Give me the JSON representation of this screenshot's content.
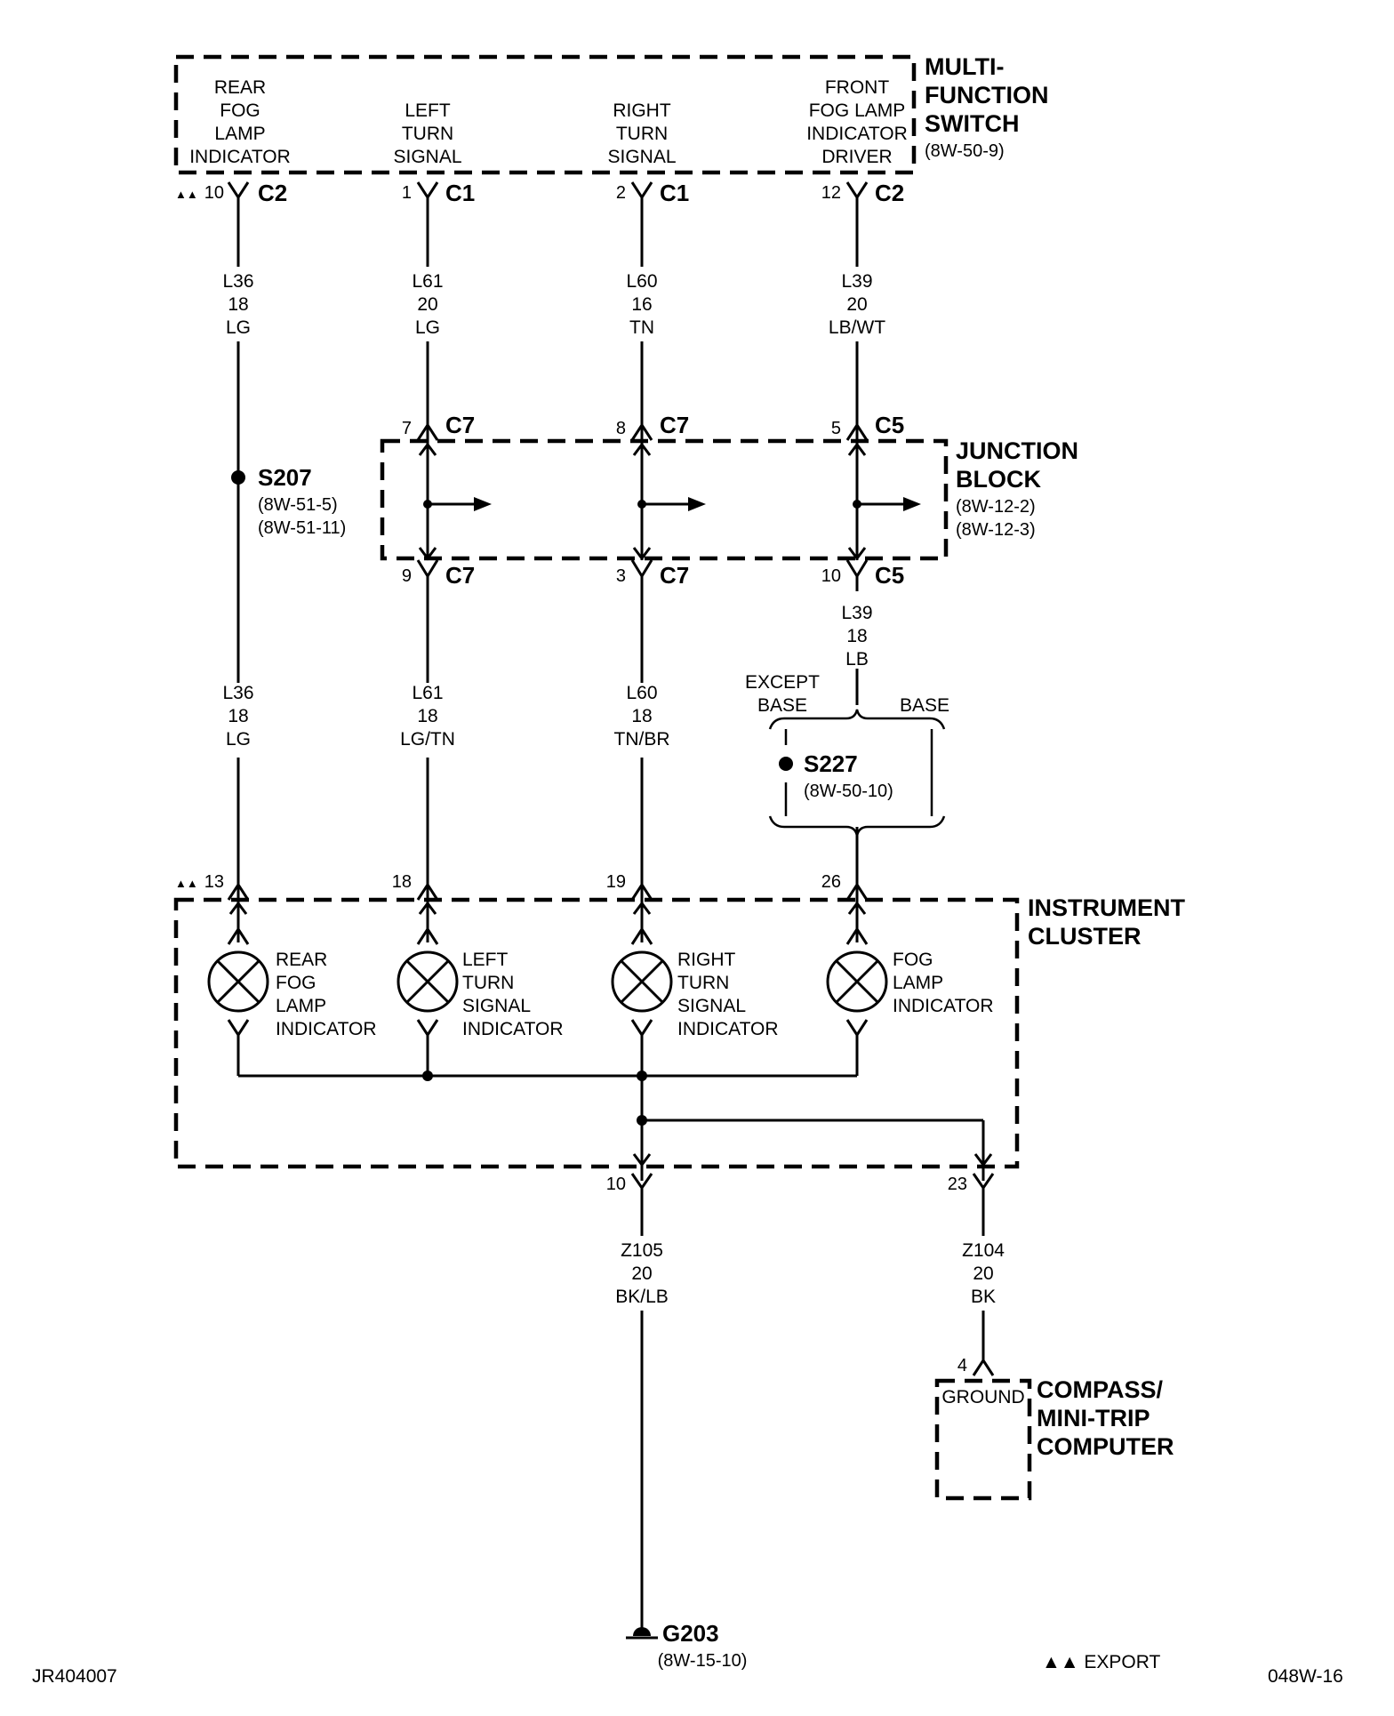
{
  "multifunction_switch": {
    "title": [
      "MULTI-",
      "FUNCTION",
      "SWITCH"
    ],
    "ref": "(8W-50-9)",
    "circuits": [
      {
        "label": [
          "REAR",
          "FOG",
          "LAMP",
          "INDICATOR"
        ],
        "pin": "10",
        "connector": "C2",
        "export_marker": "▲▲"
      },
      {
        "label": [
          "LEFT",
          "TURN",
          "SIGNAL"
        ],
        "pin": "1",
        "connector": "C1"
      },
      {
        "label": [
          "RIGHT",
          "TURN",
          "SIGNAL"
        ],
        "pin": "2",
        "connector": "C1"
      },
      {
        "label": [
          "FRONT",
          "FOG LAMP",
          "INDICATOR",
          "DRIVER"
        ],
        "pin": "12",
        "connector": "C2"
      }
    ]
  },
  "wires_upper": [
    [
      "L36",
      "18",
      "LG"
    ],
    [
      "L61",
      "20",
      "LG"
    ],
    [
      "L60",
      "16",
      "TN"
    ],
    [
      "L39",
      "20",
      "LB/WT"
    ]
  ],
  "junction_block": {
    "title": [
      "JUNCTION",
      "BLOCK"
    ],
    "refs": [
      "(8W-12-2)",
      "(8W-12-3)"
    ],
    "top_pins": [
      {
        "pin": "7",
        "connector": "C7"
      },
      {
        "pin": "8",
        "connector": "C7"
      },
      {
        "pin": "5",
        "connector": "C5"
      }
    ],
    "bottom_pins": [
      {
        "pin": "9",
        "connector": "C7"
      },
      {
        "pin": "3",
        "connector": "C7"
      },
      {
        "pin": "10",
        "connector": "C5"
      }
    ]
  },
  "splice_s207": {
    "id": "S207",
    "refs": [
      "(8W-51-5)",
      "(8W-51-11)"
    ]
  },
  "wire_l39_lower": [
    "L39",
    "18",
    "LB"
  ],
  "wires_lower": [
    [
      "L36",
      "18",
      "LG"
    ],
    [
      "L61",
      "18",
      "LG/TN"
    ],
    [
      "L60",
      "18",
      "TN/BR"
    ]
  ],
  "splice_s227": {
    "id": "S227",
    "ref": "(8W-50-10)",
    "except_base": [
      "EXCEPT",
      "BASE"
    ],
    "base": "BASE"
  },
  "instrument_cluster": {
    "title": [
      "INSTRUMENT",
      "CLUSTER"
    ],
    "pins": [
      {
        "pin": "13",
        "export_marker": "▲▲"
      },
      {
        "pin": "18"
      },
      {
        "pin": "19"
      },
      {
        "pin": "26"
      }
    ],
    "lamps": [
      [
        "REAR",
        "FOG",
        "LAMP",
        "INDICATOR"
      ],
      [
        "LEFT",
        "TURN",
        "SIGNAL",
        "INDICATOR"
      ],
      [
        "RIGHT",
        "TURN",
        "SIGNAL",
        "INDICATOR"
      ],
      [
        "FOG",
        "LAMP",
        "INDICATOR"
      ]
    ],
    "ground_pins": [
      "10",
      "23"
    ]
  },
  "wire_z105": [
    "Z105",
    "20",
    "BK/LB"
  ],
  "wire_z104": [
    "Z104",
    "20",
    "BK"
  ],
  "compass": {
    "title": [
      "COMPASS/",
      "MINI-TRIP",
      "COMPUTER"
    ],
    "pin": "4",
    "ground_label": "GROUND"
  },
  "ground_g203": {
    "id": "G203",
    "ref": "(8W-15-10)"
  },
  "footer": {
    "doc_id": "JR404007",
    "legend": "▲▲ EXPORT",
    "page": "048W-16"
  }
}
